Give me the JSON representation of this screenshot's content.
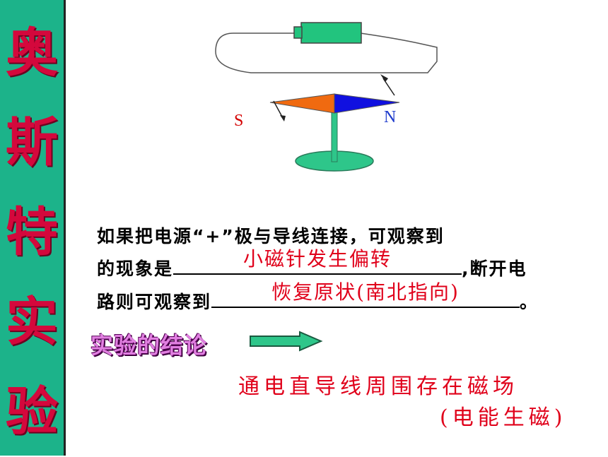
{
  "sidebar": {
    "title_chars": [
      "奥",
      "斯",
      "特",
      "实",
      "验"
    ]
  },
  "diagram": {
    "pole_s": "S",
    "pole_n": "N"
  },
  "question": {
    "line1": "如果把电源“+”极与导线连接，可观察到",
    "line2_prefix": "的现象是",
    "answer1": "小磁针发生偏转",
    "line2_suffix": ",断开电",
    "line3_prefix": "路则可观察到",
    "answer2": "恢复原状(南北指向)",
    "line3_suffix": "。"
  },
  "conclusion": {
    "label": "实验的结论",
    "result_line1": "通电直导线周围存在磁场",
    "result_line2": "(电能生磁)"
  },
  "colors": {
    "sidebar_bg": "#1cb38a",
    "title_red": "#d4083c",
    "answer_red": "#e0001a",
    "needle_south": "#f06a10",
    "needle_north": "#1010e0",
    "base_green": "#2ec68a",
    "arrow_green": "#2ec68a"
  }
}
